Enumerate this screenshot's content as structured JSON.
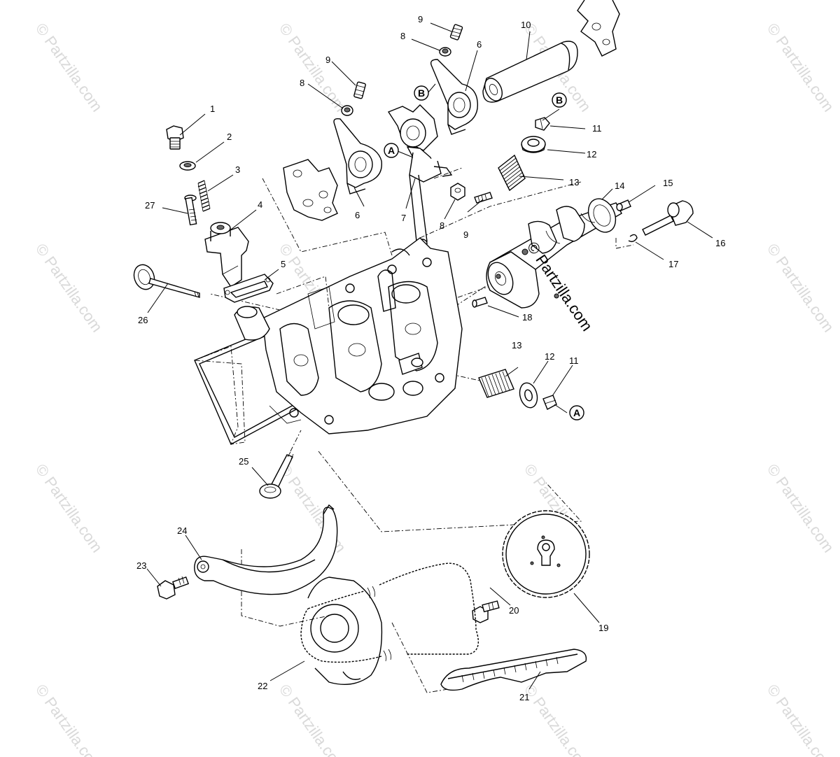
{
  "watermark": {
    "text": "© Partzilla.com",
    "center_text": "© Partzilla.com"
  },
  "part_labels": [
    {
      "id": "p1",
      "text": "1"
    },
    {
      "id": "p2",
      "text": "2"
    },
    {
      "id": "p3",
      "text": "3"
    },
    {
      "id": "p4",
      "text": "4"
    },
    {
      "id": "p5",
      "text": "5"
    },
    {
      "id": "p6a",
      "text": "6"
    },
    {
      "id": "p6b",
      "text": "6"
    },
    {
      "id": "p7",
      "text": "7"
    },
    {
      "id": "p8a",
      "text": "8"
    },
    {
      "id": "p8b",
      "text": "8"
    },
    {
      "id": "p8c",
      "text": "8"
    },
    {
      "id": "p9a",
      "text": "9"
    },
    {
      "id": "p9b",
      "text": "9"
    },
    {
      "id": "p9c",
      "text": "9"
    },
    {
      "id": "p10",
      "text": "10"
    },
    {
      "id": "p11a",
      "text": "11"
    },
    {
      "id": "p11b",
      "text": "11"
    },
    {
      "id": "p12a",
      "text": "12"
    },
    {
      "id": "p12b",
      "text": "12"
    },
    {
      "id": "p13a",
      "text": "13"
    },
    {
      "id": "p13b",
      "text": "13"
    },
    {
      "id": "p14",
      "text": "14"
    },
    {
      "id": "p15",
      "text": "15"
    },
    {
      "id": "p16",
      "text": "16"
    },
    {
      "id": "p17",
      "text": "17"
    },
    {
      "id": "p18",
      "text": "18"
    },
    {
      "id": "p19",
      "text": "19"
    },
    {
      "id": "p20",
      "text": "20"
    },
    {
      "id": "p21",
      "text": "21"
    },
    {
      "id": "p22",
      "text": "22"
    },
    {
      "id": "p23",
      "text": "23"
    },
    {
      "id": "p24",
      "text": "24"
    },
    {
      "id": "p25",
      "text": "25"
    },
    {
      "id": "p26",
      "text": "26"
    },
    {
      "id": "p27",
      "text": "27"
    }
  ],
  "callouts": [
    {
      "id": "cA1",
      "text": "A"
    },
    {
      "id": "cA2",
      "text": "A"
    },
    {
      "id": "cB1",
      "text": "B"
    },
    {
      "id": "cB2",
      "text": "B"
    }
  ],
  "colors": {
    "line": "#000000",
    "background": "#ffffff",
    "watermark": "#d9d9d9"
  }
}
